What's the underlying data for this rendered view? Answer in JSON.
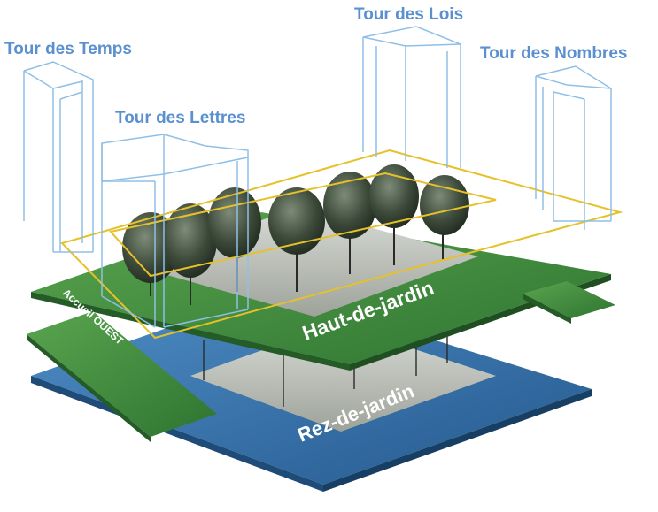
{
  "towers": [
    {
      "label": "Tour des Temps"
    },
    {
      "label": "Tour des Lettres"
    },
    {
      "label": "Tour des Lois"
    },
    {
      "label": "Tour des Nombres"
    }
  ],
  "levels": {
    "upper": "Haut-de-jardin",
    "lower": "Rez-de-jardin",
    "entrance": "Accueil OUEST"
  },
  "colors": {
    "tower_label": "#5a8fd0",
    "tower_outline": "#8fbfe6",
    "garden_frame": "#e6c12a",
    "upper_level": "#3f8a3f",
    "lower_level": "#2f6fa8",
    "trees": "#3c4a3a"
  }
}
